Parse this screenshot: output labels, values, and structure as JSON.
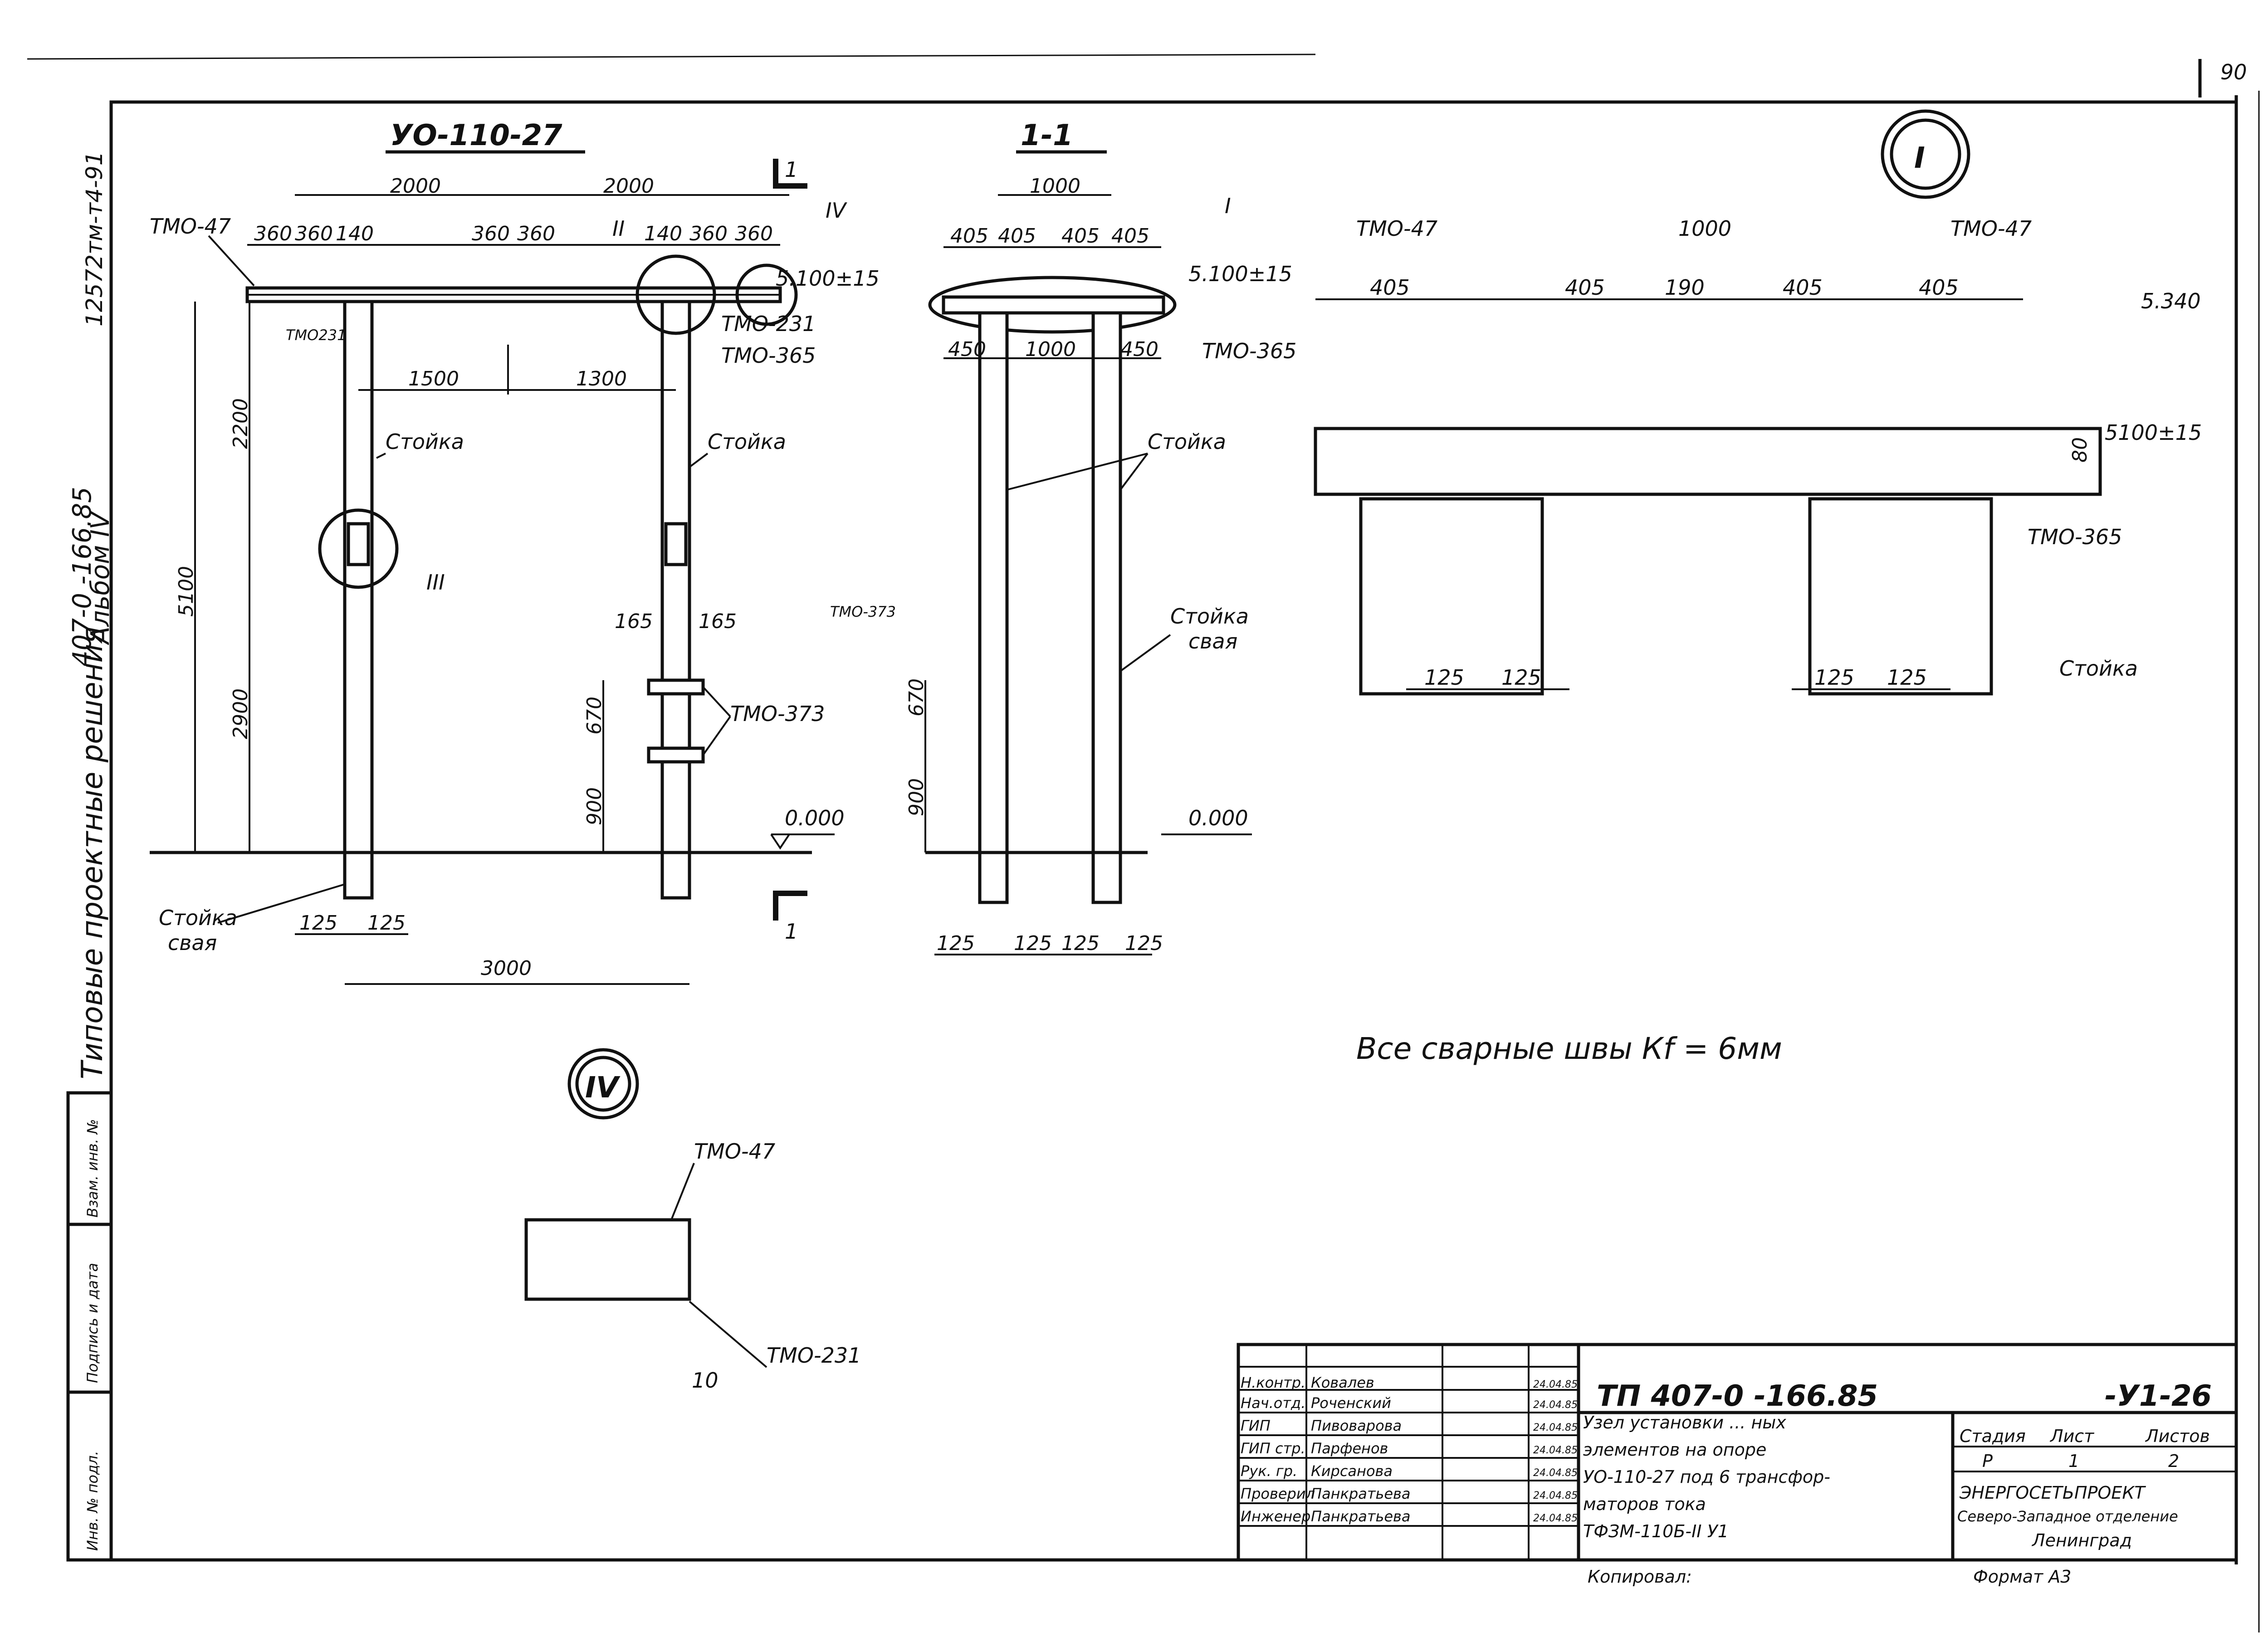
{
  "page_number": "90",
  "side_labels": {
    "project_type": "Типовые проектные решения",
    "project_code": "407-0 -166.85",
    "album": "Альбом IV",
    "stamp_code": "12572тм-т4-91"
  },
  "left_strip": {
    "inv_no": "Инв. № подл.",
    "signature_date": "Подпись и дата",
    "replaces_inv": "Взам. инв. №"
  },
  "views": {
    "front": {
      "title": "УО-110-27",
      "section_mark": "1",
      "dims": {
        "span_left": "2000",
        "span_right": "2000",
        "total": "3000",
        "d360": "360",
        "d140": "140",
        "d1500": "1500",
        "d1300": "1300",
        "h5100": "5100",
        "h2200": "2200",
        "h2900": "2900",
        "d165": "165",
        "d670": "670",
        "d900": "900",
        "d125": "125"
      },
      "labels": {
        "tmo47": "ТМО-47",
        "tmo231": "ТМО-231",
        "tmo231_small": "ТМО231",
        "tmo365": "ТМО-365",
        "tmo373": "ТМО-373",
        "stoika": "Стойка",
        "stoika_svaya_1": "Стойка",
        "stoika_svaya_2": "свая",
        "elev": "5.100±15",
        "zero": "0.000"
      },
      "callouts": {
        "c2": "II",
        "c3": "III",
        "c4": "IV"
      }
    },
    "section": {
      "title": "1-1",
      "callout": "I",
      "dims": {
        "d1000": "1000",
        "d405": "405",
        "d450": "450",
        "d670": "670",
        "d900": "900",
        "d125": "125"
      },
      "labels": {
        "tmo365": "ТМО-365",
        "tmo373": "ТМО-373",
        "stoika": "Стойка",
        "stoika_svaya_1": "Стойка",
        "stoika_svaya_2": "свая",
        "elev": "5.100±15",
        "zero": "0.000"
      }
    },
    "detail_1": {
      "callout": "I",
      "dims": {
        "d1000": "1000",
        "d405": "405",
        "d190": "190",
        "d125": "125",
        "d80": "80"
      },
      "labels": {
        "tmo47": "ТМО-47",
        "tmo365": "ТМО-365",
        "stoika": "Стойка",
        "elev_top": "5.340",
        "elev": "5100±15"
      }
    },
    "detail_4": {
      "callout": "IV",
      "labels": {
        "tmo47": "ТМО-47",
        "tmo231": "ТМО-231",
        "d10": "10"
      }
    }
  },
  "note": "Все сварные швы Кf = 6мм",
  "title_block": {
    "doc_code": "ТП 407-0 -166.85",
    "sheet_code": "-У1-26",
    "rows": [
      {
        "role": "Н.контр.",
        "name": "Ковалев",
        "date": "24.04.85"
      },
      {
        "role": "Нач.отд.",
        "name": "Роченский",
        "date": "24.04.85"
      },
      {
        "role": "ГИП",
        "name": "Пивоварова",
        "date": "24.04.85"
      },
      {
        "role": "ГИП стр.",
        "name": "Парфенов",
        "date": "24.04.85"
      },
      {
        "role": "Рук. гр.",
        "name": "Кирсанова",
        "date": "24.04.85"
      },
      {
        "role": "Проверил",
        "name": "Панкратьева",
        "date": "24.04.85"
      },
      {
        "role": "Инженер",
        "name": "Панкратьева",
        "date": "24.04.85"
      }
    ],
    "description": [
      "Узел установки ... ных",
      "элементов на опоре",
      "УО-110-27 под 6 трансфор-",
      "маторов тока",
      "ТФЗМ-110Б-II У1"
    ],
    "stage_header": "Стадия",
    "sheet_header": "Лист",
    "sheets_header": "Листов",
    "stage": "Р",
    "sheet": "1",
    "sheets": "2",
    "org1": "ЭНЕРГОСЕТЬПРОЕКТ",
    "org2": "Северо-Западное отделение",
    "org3": "Ленинград",
    "copied": "Копировал:",
    "format": "Формат А3"
  }
}
